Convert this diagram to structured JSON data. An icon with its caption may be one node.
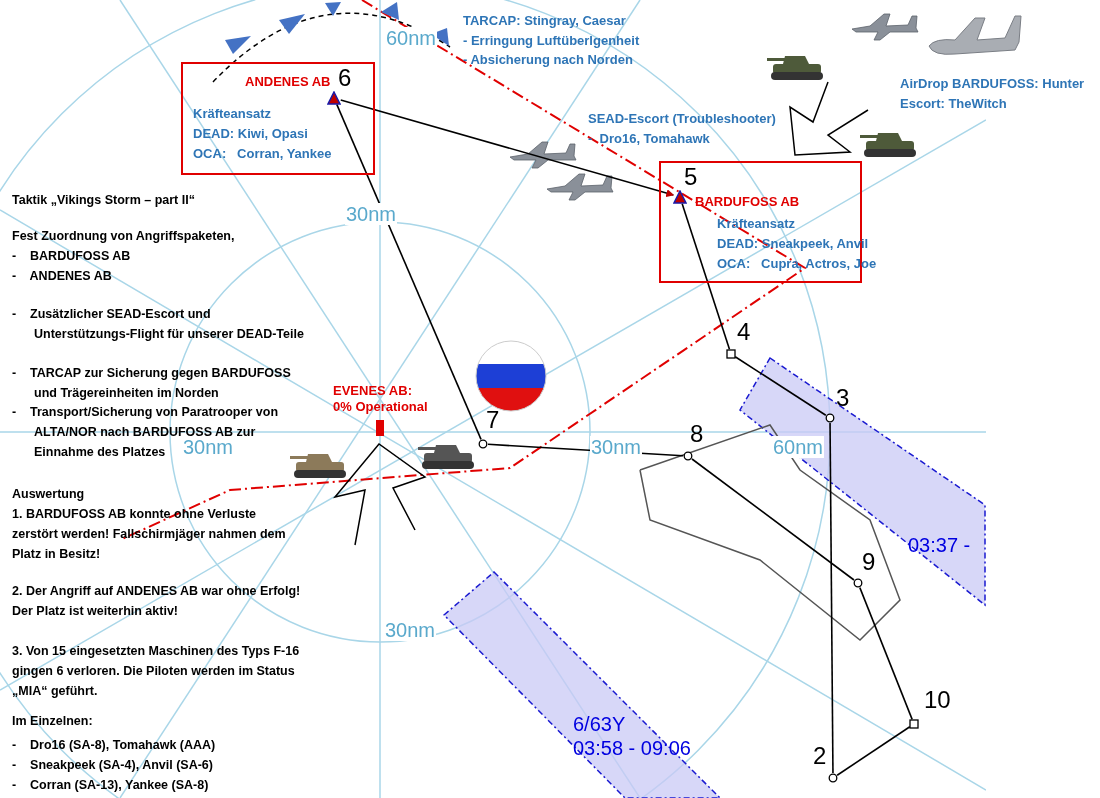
{
  "diagram": {
    "nodes": [
      {
        "text": [
          "ANDENES AB",
          "Kräfteansatz",
          "DEAD: Kiwi, Opasi",
          "OCA:   Corran, Yankee"
        ]
      },
      {
        "text": [
          "6"
        ],
        "in": 0
      },
      {
        "text": [
          "BARDUFOSS AB",
          "Kräfteansatz",
          "DEAD: Sneakpeek, Anvil",
          "OCA:   Cupra, Actros, Joe"
        ]
      },
      {
        "text": [
          "5"
        ],
        "in": 2
      },
      {
        "text": [
          "4"
        ]
      },
      {
        "text": [
          "3"
        ]
      },
      {
        "text": [
          "2"
        ]
      },
      {
        "text": [
          "10"
        ]
      },
      {
        "text": [
          "9"
        ]
      },
      {
        "text": [
          "8"
        ]
      },
      {
        "text": [
          "7"
        ]
      }
    ],
    "edges": [
      {
        "from": 6,
        "to": 5,
        "arrow": "none"
      },
      {
        "from": 5,
        "to": 4,
        "arrow": "none"
      },
      {
        "from": 4,
        "to": 3,
        "arrow": "none"
      },
      {
        "from": 1,
        "to": 3,
        "arrow": "to"
      },
      {
        "from": 1,
        "to": 10,
        "arrow": "none"
      },
      {
        "from": 10,
        "to": 9,
        "arrow": "none"
      },
      {
        "from": 9,
        "to": 8,
        "arrow": "none"
      },
      {
        "from": 8,
        "to": 7,
        "arrow": "none"
      },
      {
        "from": 7,
        "to": 6,
        "arrow": "none"
      }
    ],
    "labels": [
      "TARCAP: Stingray, Caesar",
      "- Erringung Luftüberlgenheit",
      "- Absicherung nach Norden",
      "60nm",
      "AirDrop BARDUFOSS: Hunter",
      "Escort: TheWitch",
      "SEAD-Escort (Troubleshooter)",
      "-  Dro16, Tomahawk",
      "Taktik „Vikings Storm – part II“",
      "Fest Zuordnung von Angriffspaketen,",
      "-    BARDUFOSS AB",
      "-    ANDENES AB",
      "-    Zusätzlicher SEAD-Escort und Unterstützungs-Flight für unserer DEAD-Teile",
      "-    TARCAP zur Sicherung gegen BARDUFOSS und Trägereinheiten im Norden",
      "-    Transport/Sicherung von Paratrooper von ALTA/NOR nach BARDUFOSS AB zur Einnahme des Platzes",
      "30nm",
      "EVENES AB:",
      "0% Operational",
      "30nm",
      "30nm",
      "60nm",
      "Auswertung",
      "1. BARDUFOSS AB konnte ohne Verluste zerstört werden! Fallschirmjäger nahmen dem Platz in Besitz!",
      "03:37 -",
      "2. Der Angriff auf ANDENES AB war ohne Erfolg! Der Platz ist weiterhin aktiv!",
      "3. Von 15 eingesetzten Maschinen des Typs F-16 gingen 6 verloren. Die Piloten werden im Status „MIA“ geführt.",
      "30nm",
      "Im Einzelnen:",
      "6/63Y",
      "03:58 - 09:06",
      "-    Dro16 (SA-8), Tomahawk (AAA)",
      "-    Sneakpeek (SA-4), Anvil (SA-6)",
      "-    Corran (SA-13), Yankee (SA-8)"
    ]
  }
}
